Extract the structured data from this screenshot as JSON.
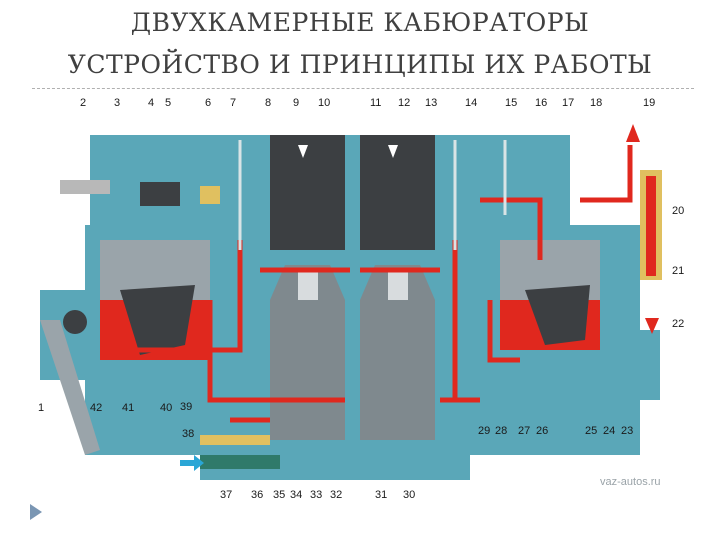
{
  "title": {
    "line1": "ДВУХКАМЕРНЫЕ КАБЮРАТОРЫ",
    "line2": "УСТРОЙСТВО И  ПРИНЦИПЫ ИХ РАБОТЫ"
  },
  "watermark": "vaz-autos.ru",
  "colors": {
    "body": "#5aa7b8",
    "fuel": "#e0281e",
    "cavity": "#9aa4aa",
    "dark": "#3c3f42",
    "arrow": "#2aa6d6"
  },
  "callouts_top": [
    "2",
    "3",
    "4",
    "5",
    "6",
    "7",
    "8",
    "9",
    "10",
    "11",
    "12",
    "13",
    "14",
    "15",
    "16",
    "17",
    "18",
    "19"
  ],
  "callouts_right": [
    "20",
    "21",
    "22"
  ],
  "callouts_bottom_right": [
    "29",
    "28",
    "27",
    "26",
    "25",
    "24",
    "23"
  ],
  "callouts_left": [
    "1",
    "42",
    "41",
    "40",
    "39",
    "38"
  ],
  "callouts_bottom": [
    "37",
    "36",
    "35",
    "34",
    "33",
    "32",
    "31",
    "30"
  ],
  "nav_icon": "triangle-right-icon"
}
